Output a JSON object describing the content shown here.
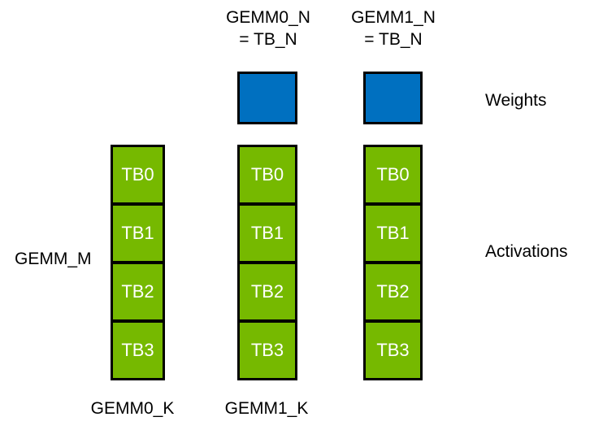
{
  "colors": {
    "activation-green": "#76B900",
    "weight-blue": "#0070C0",
    "outline-black": "#000000",
    "label-text": "#000000",
    "cell-text": "#FFFFFF",
    "background": "#FFFFFF"
  },
  "header_labels": [
    {
      "line1": "GEMM0_N",
      "line2": "= TB_N"
    },
    {
      "line1": "GEMM1_N",
      "line2": "= TB_N"
    }
  ],
  "legend": {
    "weights": "Weights",
    "activations": "Activations"
  },
  "axis_labels": {
    "gemm_m": "GEMM_M",
    "gemm0_k": "GEMM0_K",
    "gemm1_k": "GEMM1_K"
  },
  "columns": [
    {
      "cells": [
        "TB0",
        "TB1",
        "TB2",
        "TB3"
      ]
    },
    {
      "cells": [
        "TB0",
        "TB1",
        "TB2",
        "TB3"
      ]
    },
    {
      "cells": [
        "TB0",
        "TB1",
        "TB2",
        "TB3"
      ]
    }
  ]
}
